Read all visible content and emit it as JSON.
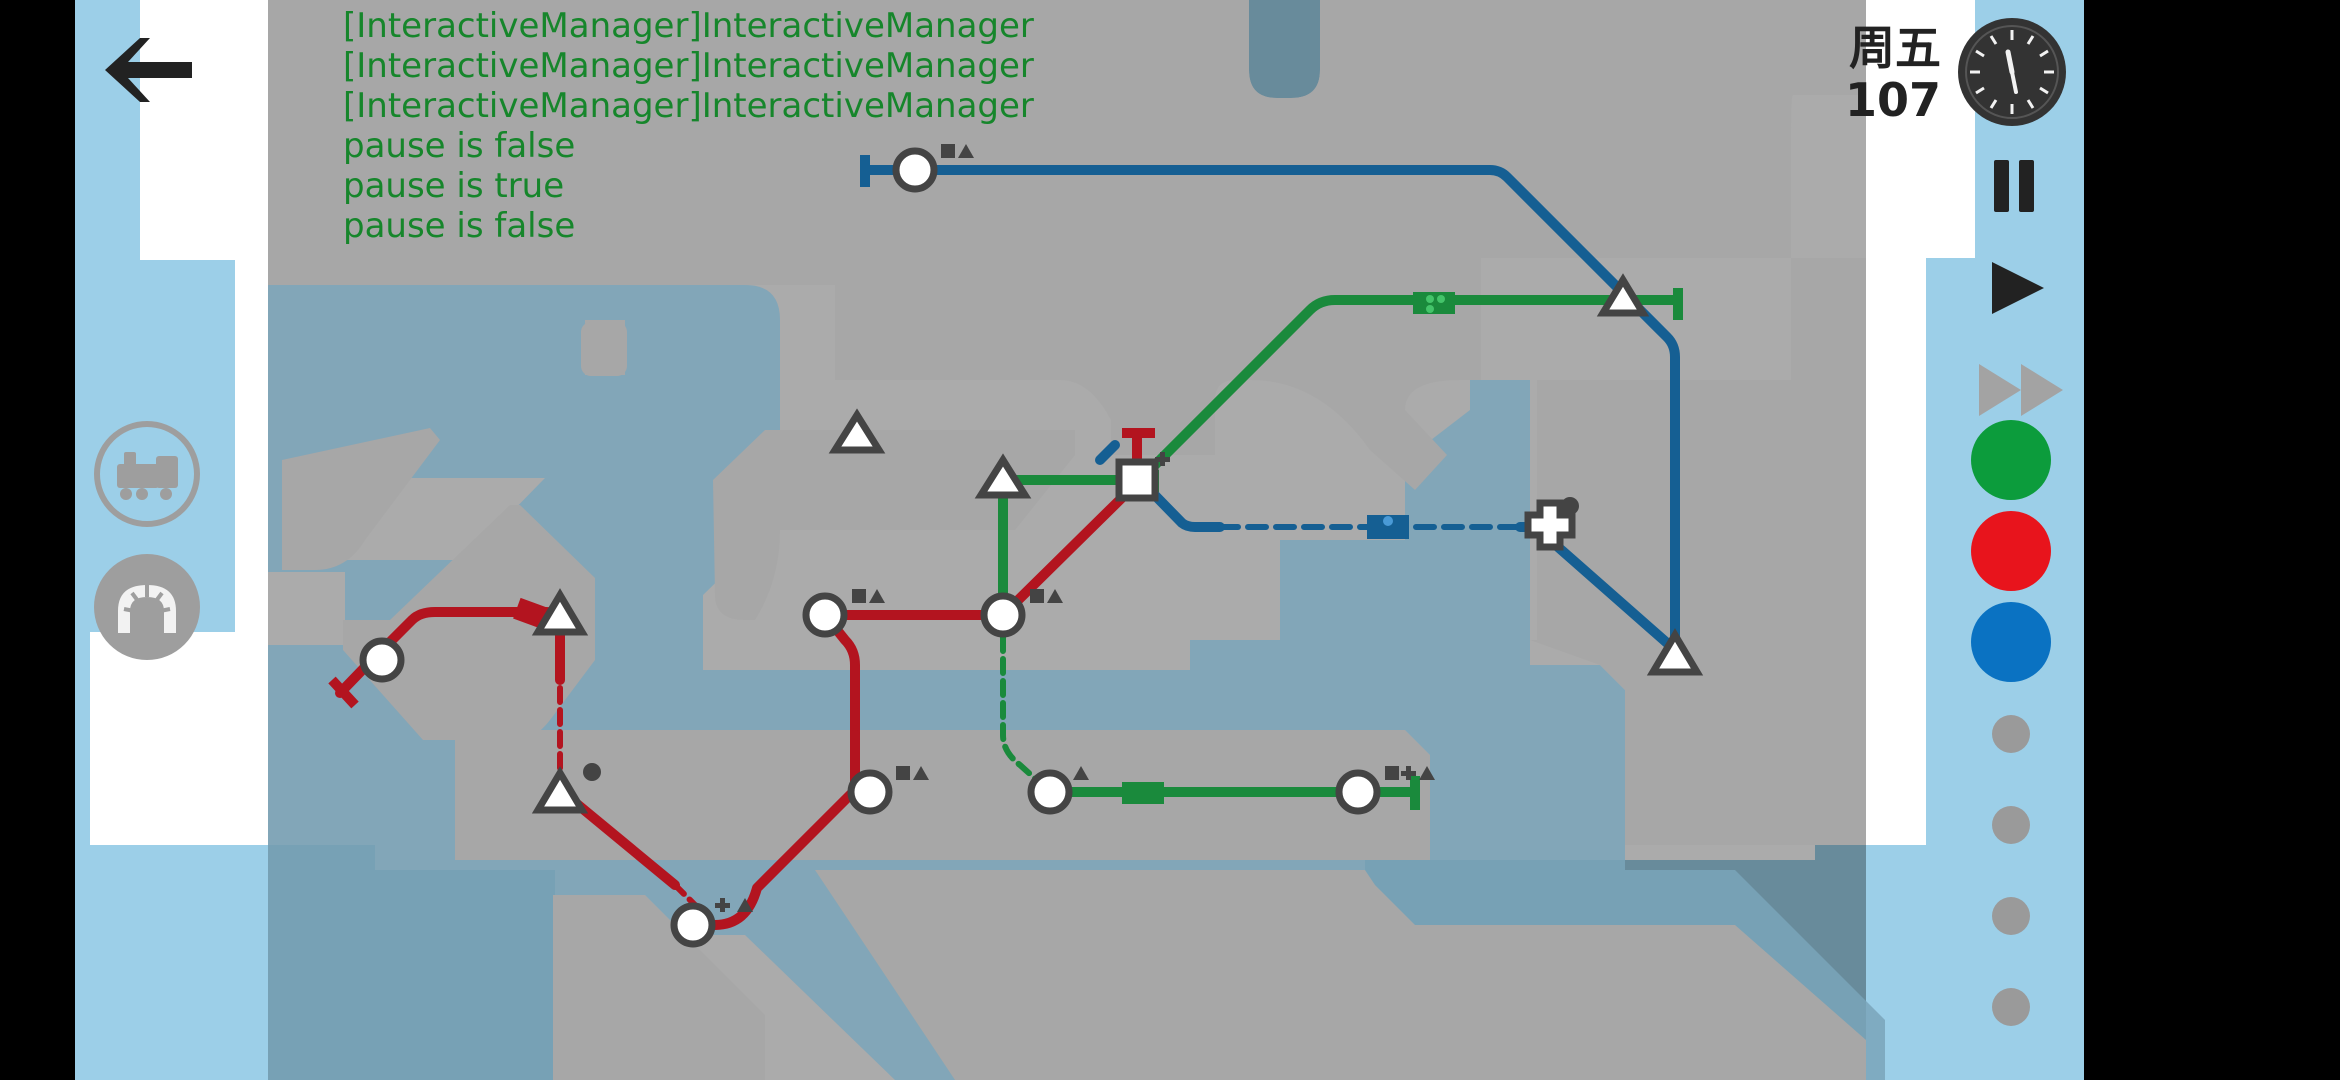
{
  "debug_log": [
    "[InteractiveManager]InteractiveManager",
    "[InteractiveManager]InteractiveManager",
    "[InteractiveManager]InteractiveManager",
    "pause is false",
    "pause is true",
    "pause is false"
  ],
  "day": {
    "weekday": "周五",
    "count": "107"
  },
  "controls": {
    "back": "back-arrow-icon",
    "pause": "pause-icon",
    "play": "play-icon",
    "fast_forward": "fast-forward-icon"
  },
  "tools": {
    "locomotive": "locomotive-icon",
    "tunnel": "tunnel-icon"
  },
  "metro_lines": [
    {
      "name": "green",
      "color": "#0c9c3c"
    },
    {
      "name": "red",
      "color": "#e8141c"
    },
    {
      "name": "blue",
      "color": "#0a72c2"
    }
  ],
  "empty_line_slots": 4,
  "colors": {
    "water": "#9ccfe8",
    "land": "#ffffff",
    "dim_overlay": "#000000",
    "track_green": "#1a8a3c",
    "track_red": "#b3141f",
    "track_blue": "#155f93",
    "station_stroke": "#444444",
    "debug_text": "#16862b"
  }
}
